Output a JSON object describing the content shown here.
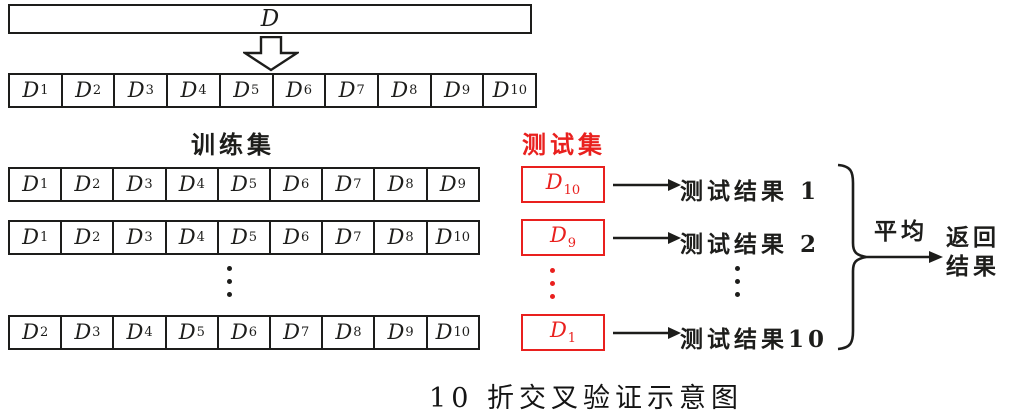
{
  "colors": {
    "ink": "#1d1d1b",
    "red": "#e9201e"
  },
  "d_base": "D",
  "dataset_label": "D",
  "partition": {
    "subs": [
      "1",
      "2",
      "3",
      "4",
      "5",
      "6",
      "7",
      "8",
      "9",
      "10"
    ]
  },
  "labels": {
    "train_set": "训练集",
    "test_set": "测试集",
    "average": "平均",
    "return_line1": "返回",
    "return_line2": "结果"
  },
  "folds": [
    {
      "train_subs": [
        "1",
        "2",
        "3",
        "4",
        "5",
        "6",
        "7",
        "8",
        "9"
      ],
      "test_sub": "10",
      "result": "测试结果 1"
    },
    {
      "train_subs": [
        "1",
        "2",
        "3",
        "4",
        "5",
        "6",
        "7",
        "8",
        "10"
      ],
      "test_sub": "9",
      "result": "测试结果 2"
    },
    {
      "train_subs": [
        "2",
        "3",
        "4",
        "5",
        "6",
        "7",
        "8",
        "9",
        "10"
      ],
      "test_sub": "1",
      "result": "测试结果10"
    }
  ],
  "caption": "10 折交叉验证示意图"
}
